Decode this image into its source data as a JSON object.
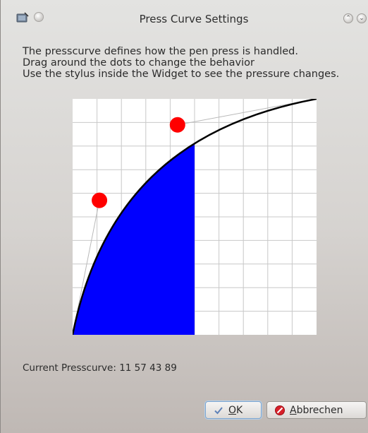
{
  "window": {
    "title": "Press Curve Settings"
  },
  "description": {
    "line1": "The presscurve defines how the pen press is handled.",
    "line2": "Drag around the dots to change the behavior",
    "line3": "Use the stylus inside the Widget to see the pressure changes."
  },
  "curve": {
    "control_points": [
      11,
      57,
      43,
      89
    ],
    "current_pressure": 0.5,
    "curve_color": "#000000",
    "fill_color": "#0000ff",
    "handle_color": "#ff0000",
    "grid_color": "#c8c8c8"
  },
  "status": {
    "label": "Current Presscurve:",
    "value": "11 57 43 89"
  },
  "buttons": {
    "ok_label_mnemonic": "O",
    "ok_label_rest": "K",
    "cancel_label_mnemonic": "A",
    "cancel_label_rest": "bbrechen"
  },
  "icons": {
    "app": "tablet-icon",
    "pin": "pin-icon",
    "keep_above": "keep-above-icon",
    "minimize": "minimize-icon",
    "close": "close-icon",
    "ok": "checkmark-icon",
    "cancel": "cancel-icon"
  }
}
